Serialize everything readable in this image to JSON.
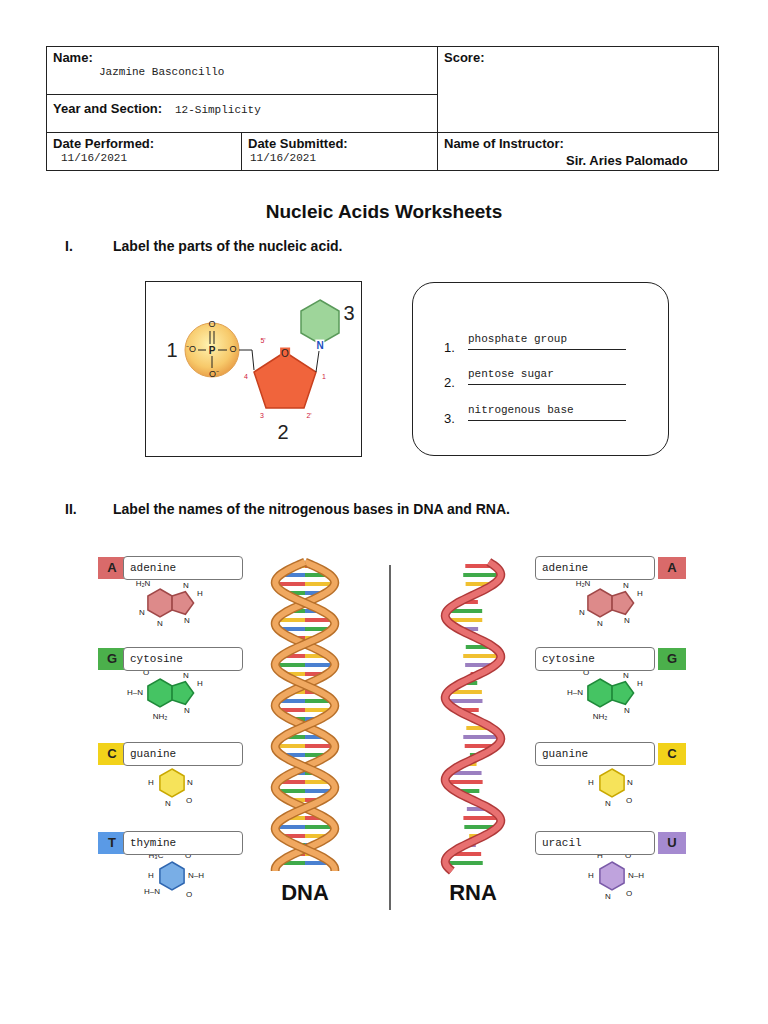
{
  "diagram": {
    "title": "Nucleic Acids Worksheets",
    "nodes": [
      {
        "text": [
          "Name:",
          "Jazmine Basconcillo"
        ]
      },
      {
        "text": [
          "Score:"
        ]
      },
      {
        "text": [
          "Year and Section:",
          "12-Simplicity"
        ]
      },
      {
        "text": [
          "Date Performed:",
          "11/16/2021"
        ]
      },
      {
        "text": [
          "Date Submitted:",
          "11/16/2021"
        ]
      },
      {
        "text": [
          "Name of Instructor:",
          "Sir. Aries Palomado"
        ]
      },
      {
        "text": [
          "1.",
          "phosphate group",
          "2.",
          "pentose sugar",
          "3.",
          "nitrogenous base"
        ]
      },
      {
        "text": [
          "A"
        ]
      },
      {
        "text": [
          "adenine"
        ]
      },
      {
        "text": [
          "adenine"
        ]
      },
      {
        "text": [
          "A"
        ]
      },
      {
        "text": [
          "G"
        ]
      },
      {
        "text": [
          "cytosine"
        ]
      },
      {
        "text": [
          "cytosine"
        ]
      },
      {
        "text": [
          "G"
        ]
      },
      {
        "text": [
          "C"
        ]
      },
      {
        "text": [
          "guanine"
        ]
      },
      {
        "text": [
          "guanine"
        ]
      },
      {
        "text": [
          "C"
        ]
      },
      {
        "text": [
          "T"
        ]
      },
      {
        "text": [
          "thymine"
        ]
      },
      {
        "text": [
          "uracil"
        ]
      },
      {
        "text": [
          "U"
        ]
      }
    ],
    "labels": [
      "I.",
      "Label the parts of the nucleic acid.",
      "1",
      "3",
      "2",
      "O",
      "⁻O",
      "P",
      "O",
      "O⁻",
      "5'",
      "4",
      "1",
      "3",
      "2'",
      "O",
      "N",
      "II.",
      "Label the names of the nitrogenous bases in DNA and RNA.",
      "DNA",
      "RNA",
      "H₂N",
      "N",
      "N",
      "N",
      "H",
      "N",
      "O",
      "H–N",
      "NH₂",
      "N",
      "H",
      "N",
      "H",
      "NH₂",
      "H",
      "N",
      "N",
      "O",
      "H₃C",
      "O",
      "H",
      "N–H",
      "H–N",
      "O",
      "H₂N",
      "N",
      "N",
      "N",
      "H",
      "N",
      "O",
      "H–N",
      "NH₂",
      "N",
      "H",
      "N",
      "H",
      "NH₂",
      "H",
      "N",
      "N",
      "O",
      "H",
      "O",
      "H",
      "N–H",
      "N",
      "O"
    ]
  }
}
